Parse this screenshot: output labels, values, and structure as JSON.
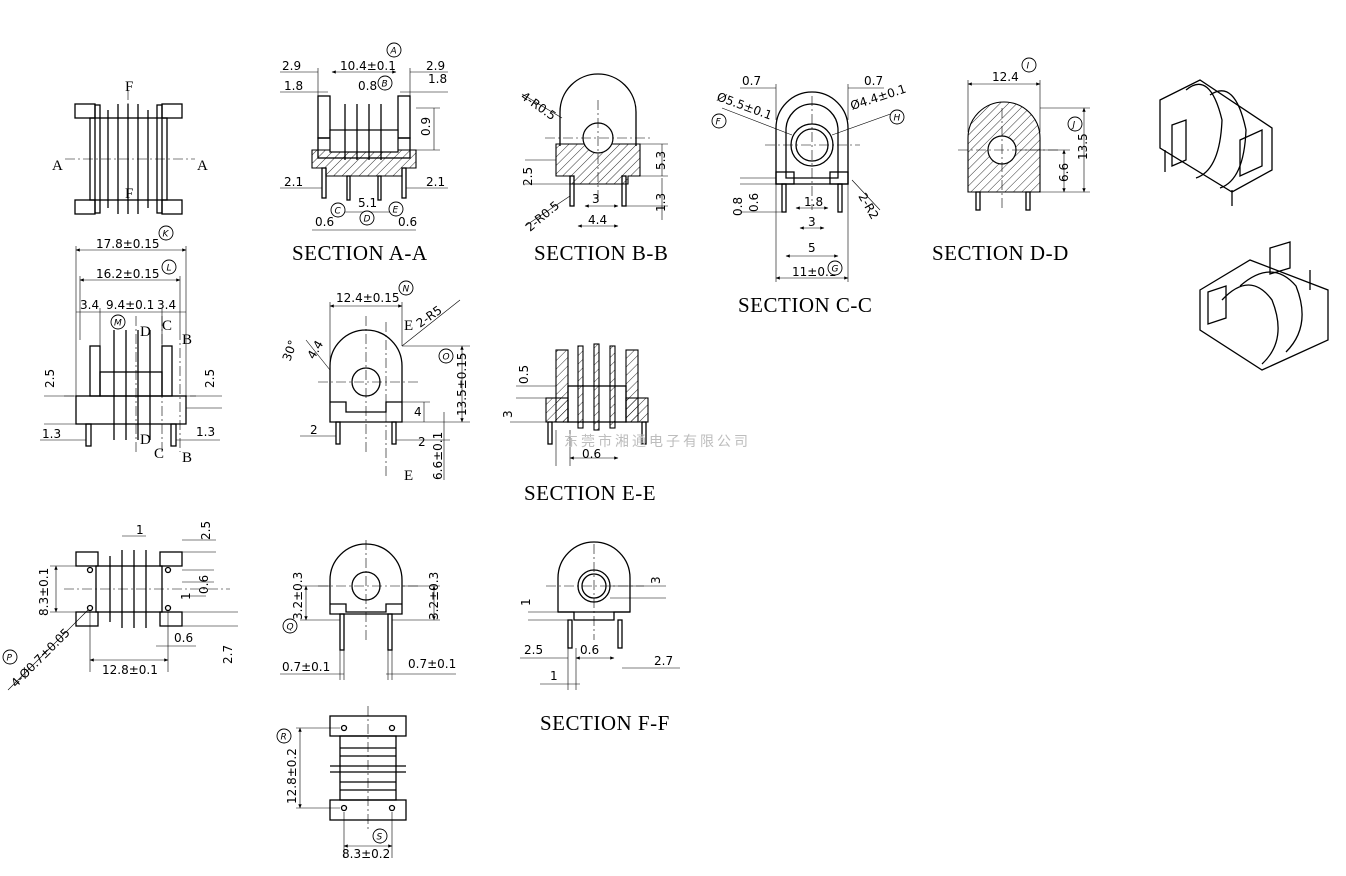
{
  "watermark": "东莞市湘通电子有限公司",
  "section_titles": {
    "aa": "SECTION A-A",
    "bb": "SECTION B-B",
    "cc": "SECTION C-C",
    "dd": "SECTION D-D",
    "ee": "SECTION E-E",
    "ff": "SECTION F-F"
  },
  "cut_labels": {
    "a": "A",
    "b": "B",
    "c": "C",
    "d": "D",
    "e": "E",
    "f": "F"
  },
  "bubbles": [
    "A",
    "B",
    "C",
    "D",
    "E",
    "F",
    "G",
    "H",
    "I",
    "J",
    "K",
    "L",
    "M",
    "N",
    "O",
    "P",
    "Q",
    "R",
    "S"
  ],
  "dims": {
    "top_view": {
      "d1": "1",
      "d2_5": "2.5",
      "d8_3": "8.3±0.1",
      "d0_6a": "0.6",
      "d1b": "1",
      "d0_6b": "0.6",
      "d2_7": "2.7",
      "d12_8": "12.8±0.1",
      "d_pin": "4-Ø0.7±0.05"
    },
    "front_view": {
      "d17_8": "17.8±0.15",
      "d16_2": "16.2±0.15",
      "d3_4a": "3.4",
      "d9_4": "9.4±0.1",
      "d3_4b": "3.4",
      "d2_5a": "2.5",
      "d2_5b": "2.5",
      "d1_3a": "1.3",
      "d1_3b": "1.3"
    },
    "sec_aa": {
      "d2_9a": "2.9",
      "d10_4": "10.4±0.1",
      "d2_9b": "2.9",
      "d1_8a": "1.8",
      "d0_8": "0.8",
      "d1_8b": "1.8",
      "d0_9": "0.9",
      "d2_1a": "2.1",
      "d2_1b": "2.1",
      "d5_1": "5.1",
      "d0_6a": "0.6",
      "d0_6b": "0.6"
    },
    "sec_bb": {
      "r4": "4-R0.5",
      "d5_3": "5.3",
      "d2_5": "2.5",
      "d3": "3",
      "r2": "2-R0.5",
      "d4_4": "4.4",
      "d1_3": "1.3"
    },
    "sec_cc": {
      "d0_7a": "0.7",
      "d0_7b": "0.7",
      "dia5_5": "Ø5.5±0.1",
      "dia4_4": "Ø4.4±0.1",
      "d0_8": "0.8",
      "d0_6": "0.6",
      "d1_8": "1.8",
      "d3": "3",
      "r2": "2-R2",
      "d5": "5",
      "d11": "11±0.1"
    },
    "sec_dd": {
      "d12_4": "12.4",
      "d13_5": "13.5",
      "d6_6": "6.6"
    },
    "side_view": {
      "d12_4": "12.4±0.15",
      "r5": "2-R5",
      "ang": "30°",
      "d4_4": "4.4",
      "d13_5": "13.5±0.15",
      "d2a": "2",
      "d4": "4",
      "d2b": "2",
      "d6_6": "6.6±0.1"
    },
    "sec_ee": {
      "d0_5": "0.5",
      "d3": "3",
      "d0_6": "0.6"
    },
    "mid_view": {
      "d3_2a": "3.2±0.3",
      "d3_2b": "3.2±0.3",
      "d0_7a": "0.7±0.1",
      "d0_7b": "0.7±0.1"
    },
    "sec_ff": {
      "d3": "3",
      "d1a": "1",
      "d2_5": "2.5",
      "d0_6": "0.6",
      "d2_7": "2.7",
      "d1b": "1"
    },
    "bottom_view": {
      "d12_8": "12.8±0.2",
      "d8_3": "8.3±0.2"
    }
  }
}
